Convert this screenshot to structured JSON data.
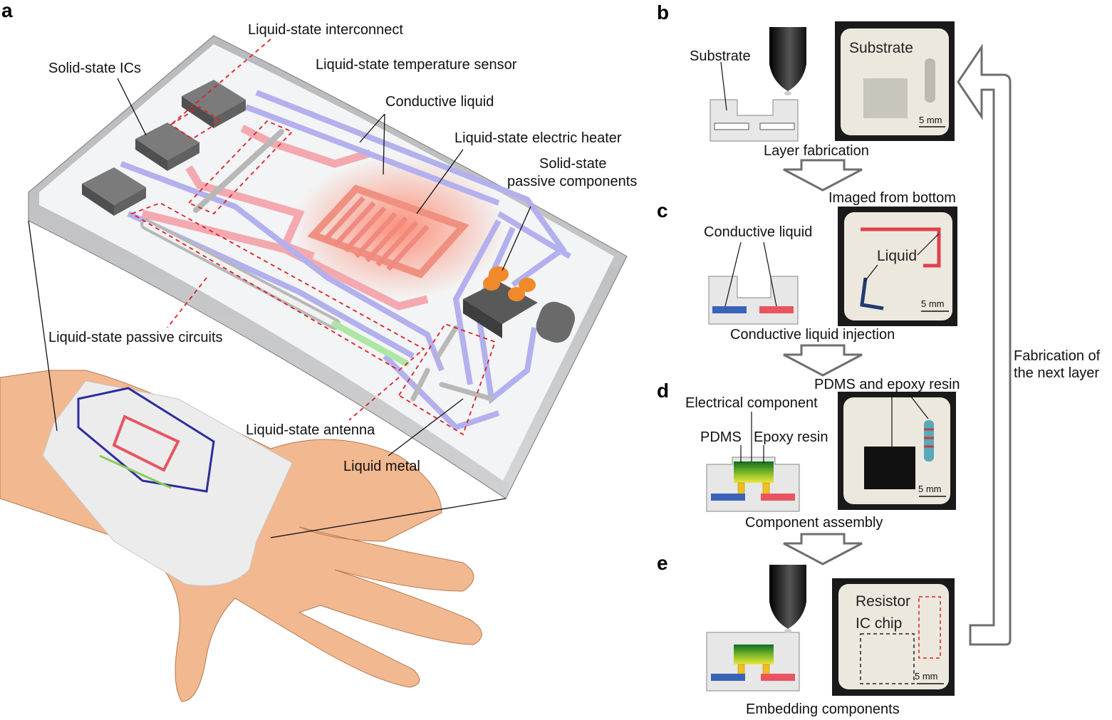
{
  "panels": {
    "a": "a",
    "b": "b",
    "c": "c",
    "d": "d",
    "e": "e"
  },
  "panel_a": {
    "interconnect": "Liquid-state interconnect",
    "ics": "Solid-state ICs",
    "temp_sensor": "Liquid-state temperature sensor",
    "conductive_liquid": "Conductive liquid",
    "heater": "Liquid-state electric heater",
    "passive_components_1": "Solid-state",
    "passive_components_2": "passive components",
    "passive_circuits": "Liquid-state passive circuits",
    "antenna": "Liquid-state antenna",
    "liquid_metal": "Liquid metal"
  },
  "panel_b": {
    "substrate_label": "Substrate",
    "photo_label": "Substrate",
    "scale": "5 mm",
    "caption": "Layer fabrication"
  },
  "imaged_from_bottom": "Imaged from bottom",
  "panel_c": {
    "liquid_label": "Conductive liquid",
    "photo_label": "Liquid",
    "scale": "5 mm",
    "caption": "Conductive liquid injection"
  },
  "pdms_epoxy": "PDMS and epoxy resin",
  "panel_d": {
    "component_label": "Electrical component",
    "pdms": "PDMS",
    "epoxy": "Epoxy resin",
    "scale": "5 mm",
    "caption": "Component assembly"
  },
  "panel_e": {
    "resistor": "Resistor",
    "ic_chip": "IC chip",
    "scale": "5 mm",
    "caption": "Embedding components"
  },
  "loop_1": "Fabrication of",
  "loop_2": "the next layer",
  "colors": {
    "liquid_red": "#e85560",
    "liquid_blue": "#3a63b8",
    "interconnect_violet": "#9e9ae6",
    "heater_pink": "#f08a80",
    "photo_bg": "#1a1a1a",
    "substrate_white": "#ece8de",
    "dashed_red": "#e02020"
  }
}
